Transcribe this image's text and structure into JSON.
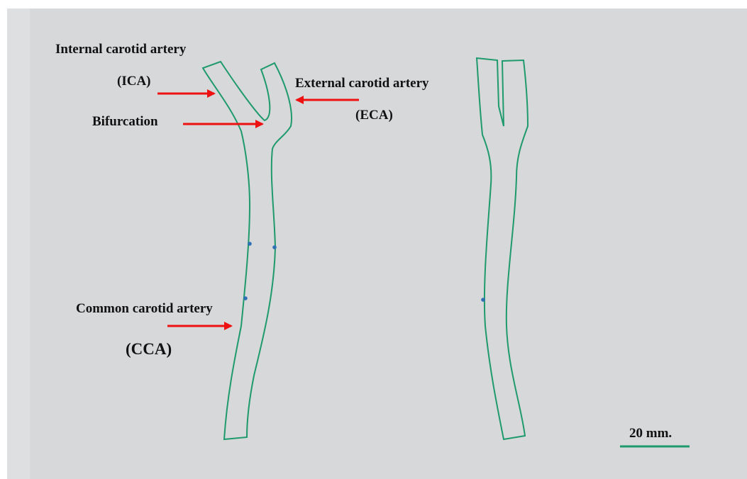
{
  "labels": {
    "ica_name": "Internal carotid artery",
    "ica_abbr": "(ICA)",
    "eca_name": "External carotid artery",
    "eca_abbr": "(ECA)",
    "bifurcation": "Bifurcation",
    "cca_name": "Common carotid artery",
    "cca_abbr": "(CCA)"
  },
  "scale_bar": {
    "label": "20 mm."
  },
  "colors": {
    "background": "#d7d8da",
    "outline": "#1e9a6c",
    "arrow": "#ee1111",
    "marker_dot": "#2f6fb5",
    "text": "#111111"
  }
}
